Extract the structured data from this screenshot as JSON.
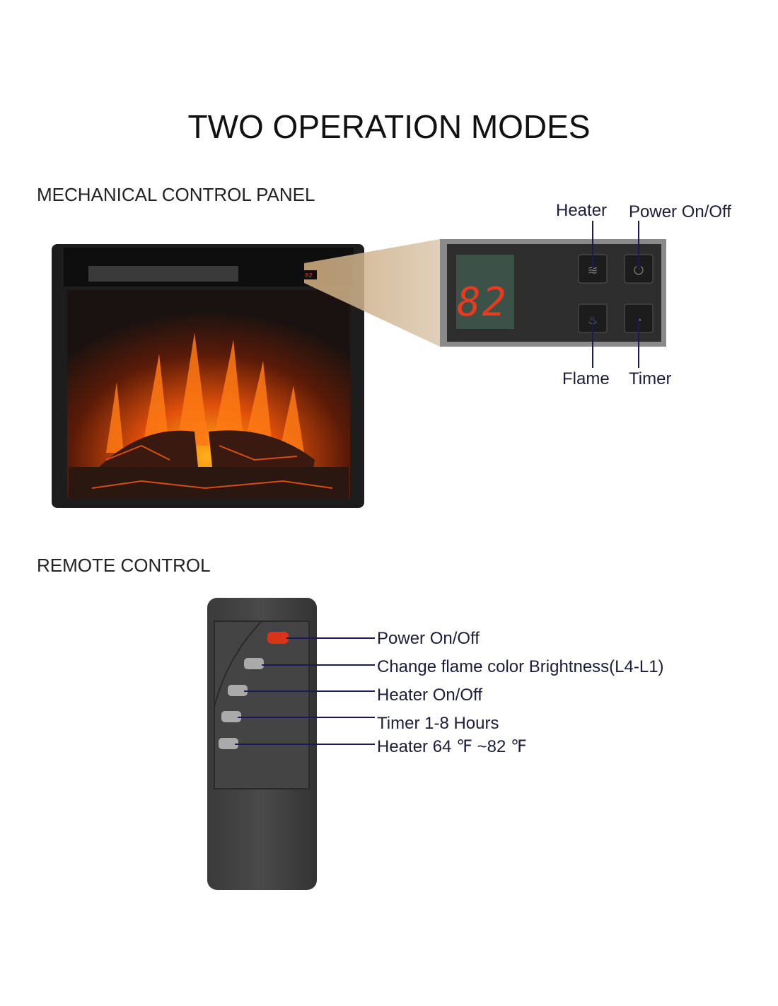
{
  "title": "TWO OPERATION MODES",
  "mechanical": {
    "heading": "MECHANICAL CONTROL PANEL",
    "display_value": "82",
    "labels": {
      "heater": "Heater",
      "power": "Power On/Off",
      "flame": "Flame",
      "timer": "Timer"
    }
  },
  "remote": {
    "heading": "REMOTE CONTROL",
    "labels": [
      "Power On/Off",
      "Change flame color Brightness(L4-L1)",
      "Heater On/Off",
      "Timer 1-8 Hours",
      "Heater 64 ℉ ~82 ℉"
    ]
  },
  "colors": {
    "leader_line": "#1a1a5a",
    "display_red": "#e83a1e",
    "power_button": "#d9341a"
  }
}
